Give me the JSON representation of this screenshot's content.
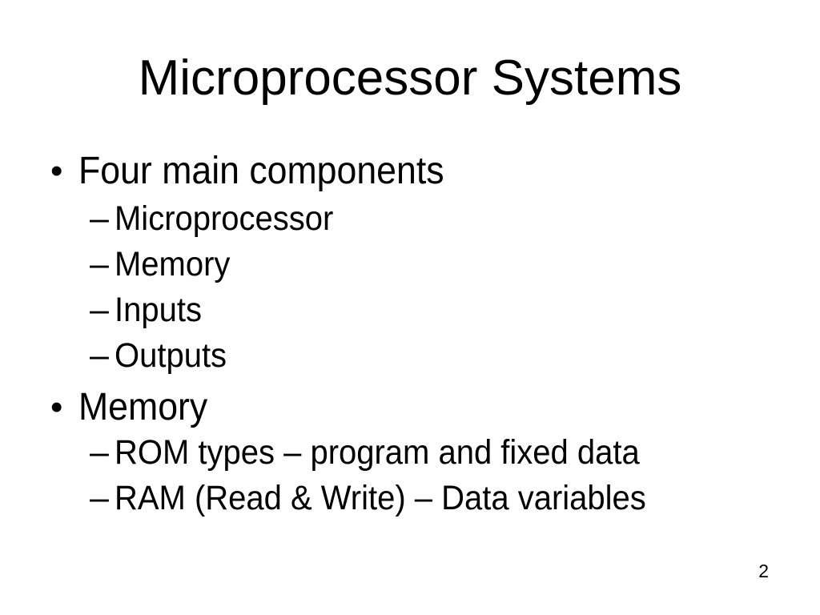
{
  "slide": {
    "title": "Microprocessor Systems",
    "page_number": "2",
    "background_color": "#ffffff",
    "text_color": "#000000",
    "bullets": [
      {
        "level": 1,
        "marker": "•",
        "text": "Four main components"
      },
      {
        "level": 2,
        "marker": "–",
        "text": "Microprocessor"
      },
      {
        "level": 2,
        "marker": "–",
        "text": "Memory"
      },
      {
        "level": 2,
        "marker": "–",
        "text": "Inputs"
      },
      {
        "level": 2,
        "marker": "–",
        "text": "Outputs"
      },
      {
        "level": 1,
        "marker": "•",
        "text": "Memory"
      },
      {
        "level": 2,
        "marker": "–",
        "text": "ROM types – program and fixed data"
      },
      {
        "level": 2,
        "marker": "–",
        "text": "RAM (Read & Write) – Data variables"
      }
    ]
  }
}
